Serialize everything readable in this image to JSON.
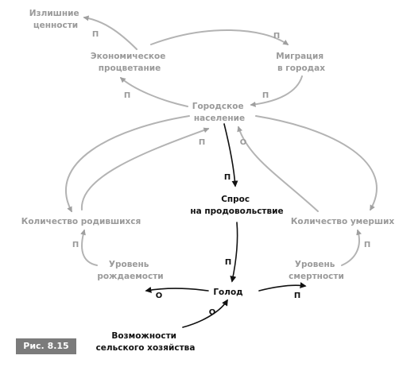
{
  "nodes": {
    "excess_values": [
      "Излишние",
      "ценности"
    ],
    "economic_prosperity": [
      "Экономическое",
      "процветание"
    ],
    "migration": [
      "Миграция",
      "в городах"
    ],
    "urban_population": [
      "Городское",
      "население"
    ],
    "food_demand": [
      "Спрос",
      "на продовольствие"
    ],
    "births_count": [
      "Количество родившихся"
    ],
    "deaths_count": [
      "Количество умерших"
    ],
    "birth_rate": [
      "Уровень",
      "рождаемости"
    ],
    "death_rate": [
      "Уровень",
      "смертности"
    ],
    "famine": [
      "Голод"
    ],
    "agriculture": [
      "Возможности",
      "сельского хозяйства"
    ]
  },
  "polarities": {
    "prosperity_to_excess": "П",
    "prosperity_to_migration": "П",
    "migration_to_population": "П",
    "population_to_prosperity": "П",
    "population_to_demand": "П",
    "births_to_population": "П",
    "deaths_to_population": "О",
    "birthrate_to_births": "П",
    "deathrate_to_deaths": "П",
    "demand_to_famine": "П",
    "famine_to_birthrate": "О",
    "famine_to_deathrate": "П",
    "agriculture_to_famine": "О"
  },
  "figure_label": "Рис. 8.15",
  "colors": {
    "primary_links": "#b3b3b3",
    "primary_text": "#9a9a9a",
    "secondary_links": "#111111",
    "label_background": "#7b7b7b"
  }
}
